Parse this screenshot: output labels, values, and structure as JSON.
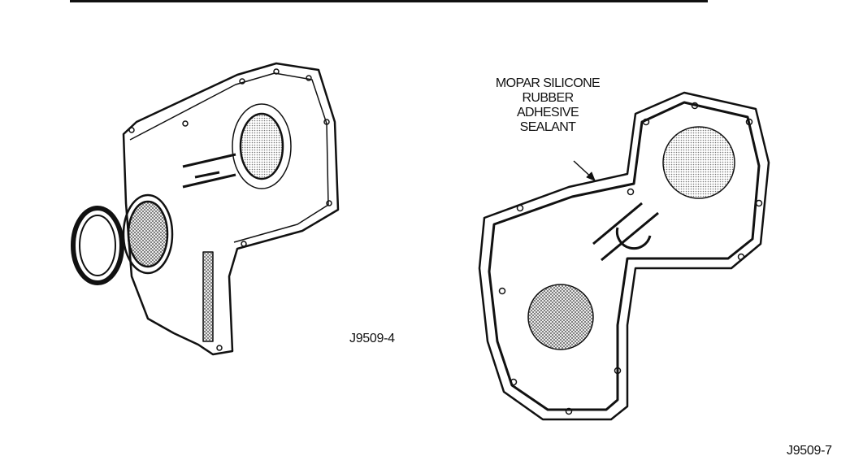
{
  "figures": [
    {
      "id": "J9509-4",
      "caption": "J9509-4"
    },
    {
      "id": "J9509-7",
      "caption": "J9509-7",
      "callout": [
        "MOPAR SILICONE",
        "RUBBER",
        "ADHESIVE",
        "SEALANT"
      ]
    }
  ]
}
